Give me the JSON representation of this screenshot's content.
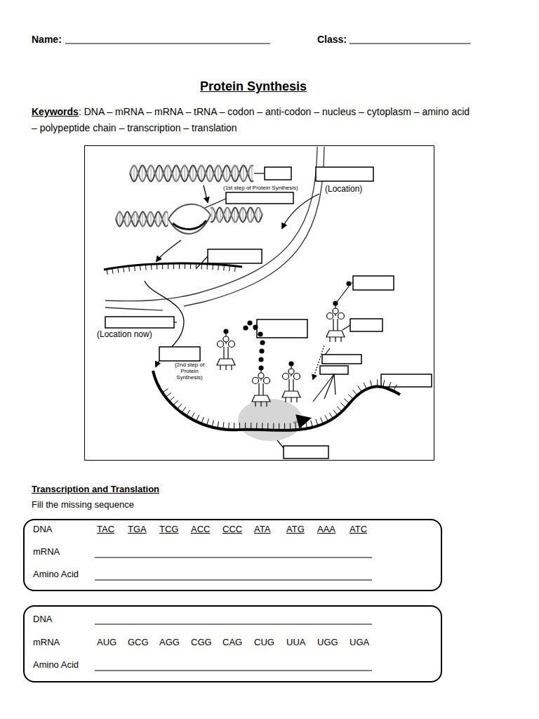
{
  "diagram": {
    "title": "Protein Synthesis",
    "nodes": [
      {
        "text": [
          "DNA",
          "TAC",
          "TGA",
          "TCG",
          "ACC",
          "CCC",
          "ATA",
          "ATG",
          "AAA",
          "ATC",
          "mRNA",
          "Amino Acid"
        ]
      },
      {
        "text": [
          "DNA",
          "mRNA",
          "AUG",
          "GCG",
          "AGG",
          "CGG",
          "CAG",
          "CUG",
          "UUA",
          "UGG",
          "UGA",
          "Amino Acid"
        ]
      }
    ],
    "labels": [
      "Name:",
      "Class:",
      "Keywords",
      ": DNA – mRNA – mRNA – tRNA – codon – anti-codon – nucleus – cytoplasm – amino acid",
      "– polypeptide chain – transcription – translation",
      "(1st step of Protein Synthesis)",
      "(Location)",
      "(Location now)",
      "(2nd step of Protein Synthesis)",
      "Transcription and Translation",
      "Fill the missing sequence"
    ]
  }
}
